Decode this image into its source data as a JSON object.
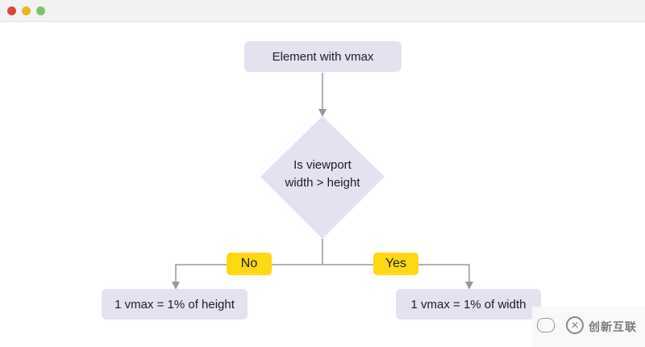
{
  "window": {
    "controls": [
      "close",
      "minimize",
      "maximize"
    ]
  },
  "flowchart": {
    "start": {
      "label": "Element with vmax"
    },
    "decision": {
      "line1": "Is viewport",
      "line2": "width > height"
    },
    "branches": {
      "no": {
        "tag": "No",
        "result": "1 vmax = 1% of height"
      },
      "yes": {
        "tag": "Yes",
        "result": "1 vmax = 1% of width"
      }
    }
  },
  "watermark": {
    "text": "创新互联",
    "icon": "cross-logo-icon"
  },
  "colors": {
    "node_fill": "#e4e1f0",
    "tag_fill": "#ffd713",
    "connector": "#999999"
  }
}
